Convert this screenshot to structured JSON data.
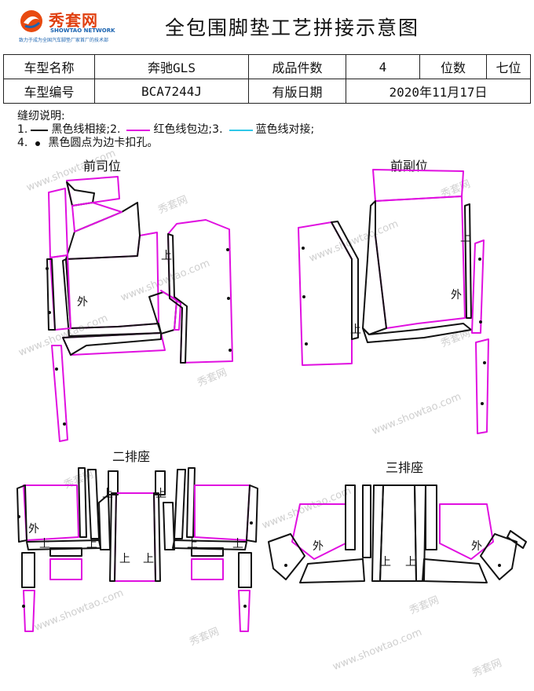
{
  "header": {
    "logo_text": "秀套网",
    "logo_en": "SHOWTAO NETWORK",
    "logo_tagline": "致力于成为全国汽车脚垫厂家首厂的技术部",
    "title": "全包围脚垫工艺拼接示意图"
  },
  "info_table": {
    "rows": [
      [
        {
          "label": "车型名称",
          "value": "奔驰GLS"
        },
        {
          "label": "成品件数",
          "value": "4"
        },
        {
          "label": "位数",
          "value": "七位"
        }
      ],
      [
        {
          "label": "车型编号",
          "value": "BCA7244J"
        },
        {
          "label": "有版日期",
          "value": "2020年11月17日"
        }
      ]
    ]
  },
  "legend": {
    "title": "缝纫说明:",
    "item1_num": "1.",
    "item1_text": "黑色线相接;",
    "item2_num": "2.",
    "item2_text": "红色线包边;",
    "item3_num": "3.",
    "item3_text": "蓝色线对接;",
    "item4_num": "4.",
    "item4_text": "黑色圆点为边卡扣孔。",
    "colors": {
      "black": "#111111",
      "red": "#e010e0",
      "blue": "#30c8e8"
    }
  },
  "sections": {
    "front_driver": "前司位",
    "front_passenger": "前副位",
    "second_row": "二排座",
    "third_row": "三排座"
  },
  "markers": {
    "outer": "外",
    "up": "上"
  },
  "watermark": {
    "url_text": "www.showtao.com",
    "cn_text": "秀套网"
  }
}
